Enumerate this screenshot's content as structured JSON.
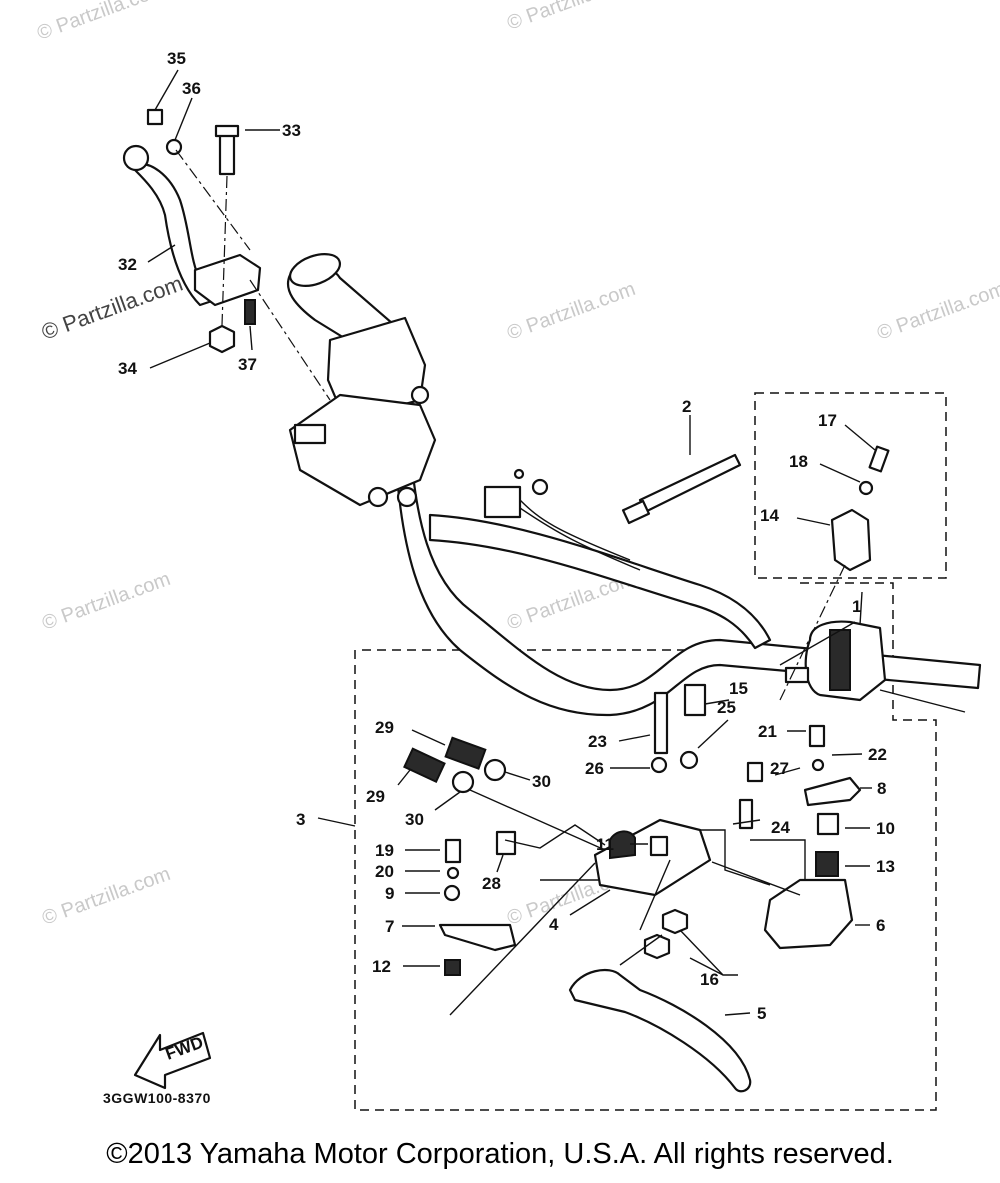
{
  "diagram": {
    "part_numbers": [
      "1",
      "2",
      "3",
      "4",
      "5",
      "6",
      "7",
      "8",
      "9",
      "10",
      "11",
      "12",
      "13",
      "14",
      "15",
      "16",
      "17",
      "18",
      "19",
      "20",
      "21",
      "22",
      "23",
      "24",
      "25",
      "26",
      "27",
      "28",
      "29",
      "29",
      "30",
      "30",
      "32",
      "33",
      "34",
      "35",
      "36",
      "37"
    ],
    "fwd_label": "FWD",
    "drawing_code": "3GGW100-8370",
    "watermarks": [
      "© Partzilla.com",
      "© Partzilla.com",
      "© Partzilla.com",
      "© Partzilla.com",
      "© Partzilla.com",
      "© Partzilla.com",
      "© Partzilla.com",
      "© Partzilla.com",
      "© Partzilla.com"
    ],
    "copyright": "©2013 Yamaha Motor Corporation, U.S.A. All rights reserved."
  }
}
